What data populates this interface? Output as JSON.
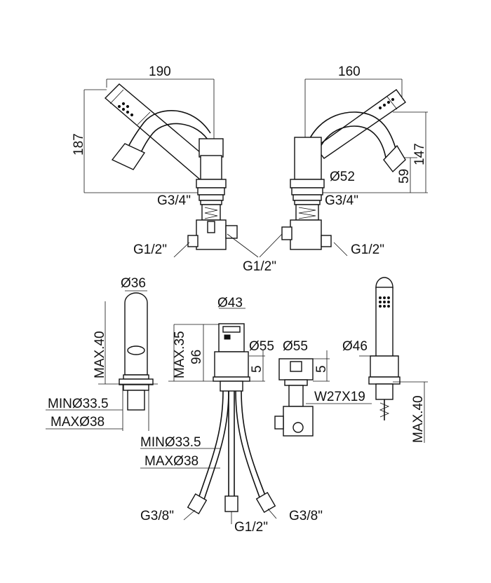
{
  "dimensions": {
    "left_width": "190",
    "left_height": "187",
    "right_width": "160",
    "right_height": "147",
    "right_base_height": "59",
    "right_diameter": "Ø52",
    "left_thread": "G3/4\"",
    "right_thread": "G3/4\"",
    "left_inlet": "G1/2\"",
    "right_inlet": "G1/2\"",
    "middle_inlet": "G1/2\"",
    "handle_diameter": "Ø36",
    "handle_max": "MAX.40",
    "handle_hole_min": "MINØ33.5",
    "handle_hole_max": "MAXØ38",
    "spout_diameter": "Ø43",
    "spout_max": "MAX.35",
    "spout_height": "96",
    "spout_base_diameter": "Ø55",
    "spout_base_gap": "5",
    "diverter_diameter": "Ø55",
    "diverter_gap": "5",
    "diverter_wrench": "W27X19",
    "shower_diameter": "Ø46",
    "shower_max": "MAX.40",
    "bottom_hole_min": "MINØ33.5",
    "bottom_hole_max": "MAXØ38",
    "hose_left": "G3/8\"",
    "hose_middle": "G1/2\"",
    "hose_right": "G3/8\""
  }
}
